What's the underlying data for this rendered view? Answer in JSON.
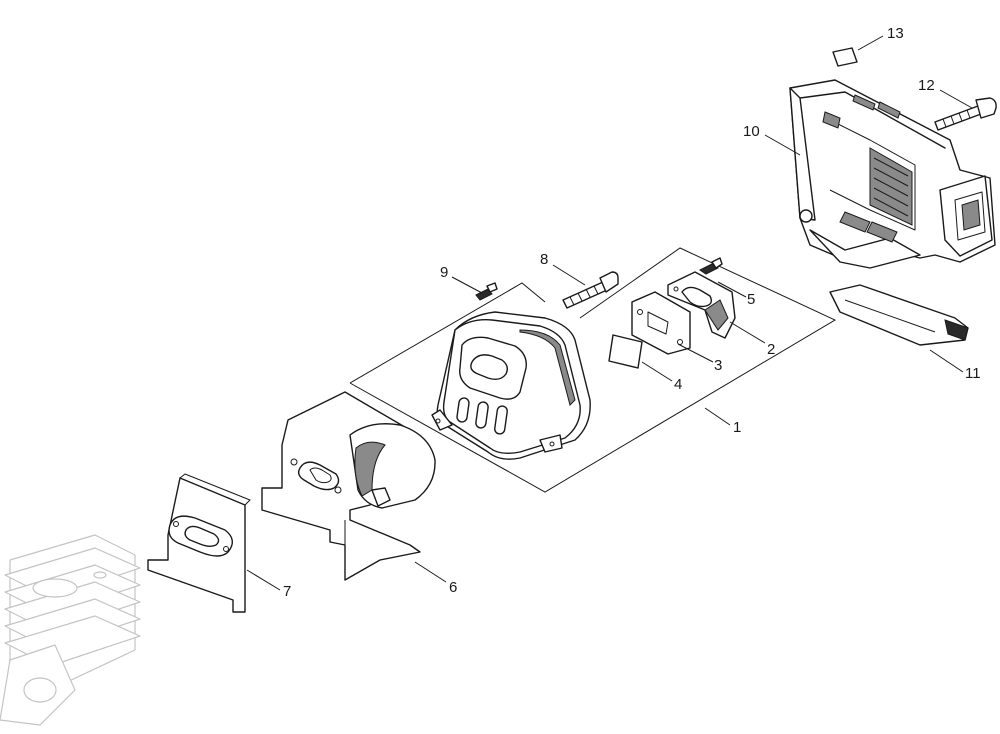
{
  "diagram": {
    "callouts": [
      {
        "id": "p1",
        "label": "1"
      },
      {
        "id": "p2",
        "label": "2"
      },
      {
        "id": "p3",
        "label": "3"
      },
      {
        "id": "p4",
        "label": "4"
      },
      {
        "id": "p5",
        "label": "5"
      },
      {
        "id": "p6",
        "label": "6"
      },
      {
        "id": "p7",
        "label": "7"
      },
      {
        "id": "p8",
        "label": "8"
      },
      {
        "id": "p9",
        "label": "9"
      },
      {
        "id": "p10",
        "label": "10"
      },
      {
        "id": "p11",
        "label": "11"
      },
      {
        "id": "p12",
        "label": "12"
      },
      {
        "id": "p13",
        "label": "13"
      }
    ]
  }
}
